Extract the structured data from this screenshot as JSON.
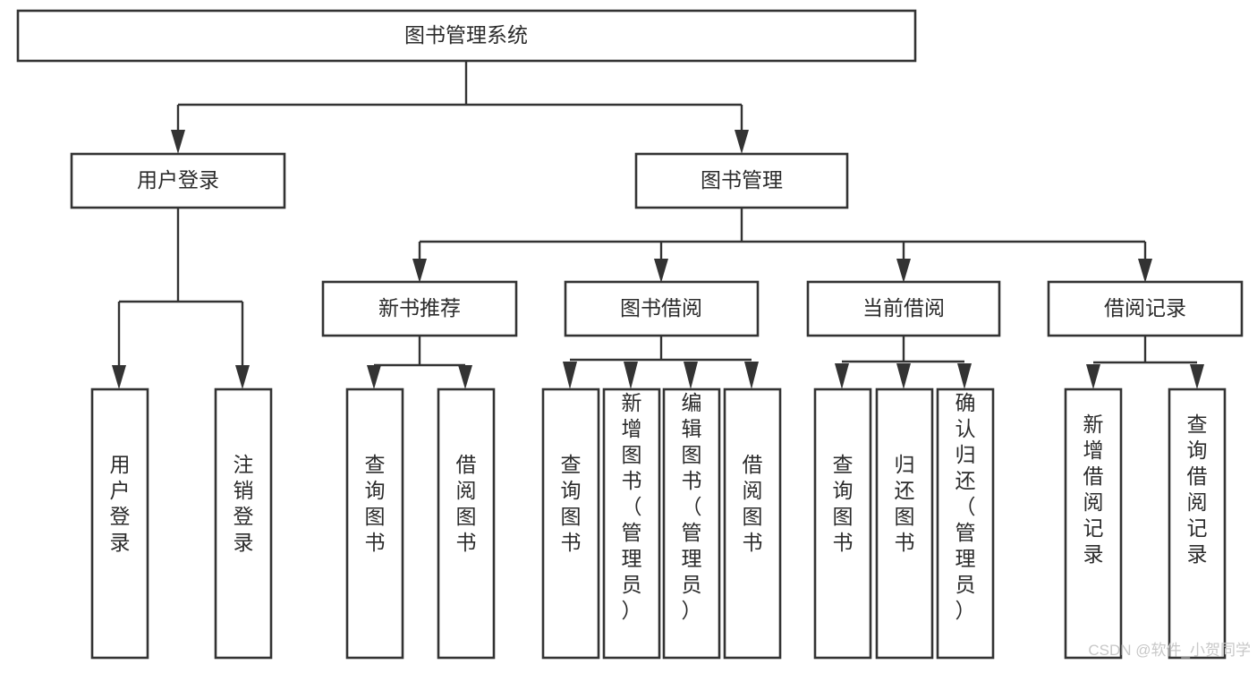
{
  "diagram": {
    "type": "tree-hierarchy",
    "title": "图书管理系统",
    "root": {
      "label": "图书管理系统"
    },
    "level2": [
      {
        "label": "用户登录"
      },
      {
        "label": "图书管理"
      }
    ],
    "level3": [
      {
        "label": "新书推荐"
      },
      {
        "label": "图书借阅"
      },
      {
        "label": "当前借阅"
      },
      {
        "label": "借阅记录"
      }
    ],
    "leaves": {
      "user_login": [
        {
          "label": "用户登录"
        },
        {
          "label": "注销登录"
        }
      ],
      "new_book_recommend": [
        {
          "label": "查询图书"
        },
        {
          "label": "借阅图书"
        }
      ],
      "book_borrow": [
        {
          "label": "查询图书"
        },
        {
          "label": "新增图书（管理员）"
        },
        {
          "label": "编辑图书（管理员）"
        },
        {
          "label": "借阅图书"
        }
      ],
      "current_borrow": [
        {
          "label": "查询图书"
        },
        {
          "label": "归还图书"
        },
        {
          "label": "确认归还（管理员）"
        }
      ],
      "borrow_record": [
        {
          "label": "新增借阅记录"
        },
        {
          "label": "查询借阅记录"
        }
      ]
    }
  },
  "watermark": {
    "text": "CSDN @软件_小贺同学"
  },
  "colors": {
    "box_border": "#333333",
    "box_fill": "#ffffff",
    "text": "#2b2b2b",
    "connector": "#333333",
    "watermark": "#c8c8c8",
    "background": "#ffffff"
  }
}
